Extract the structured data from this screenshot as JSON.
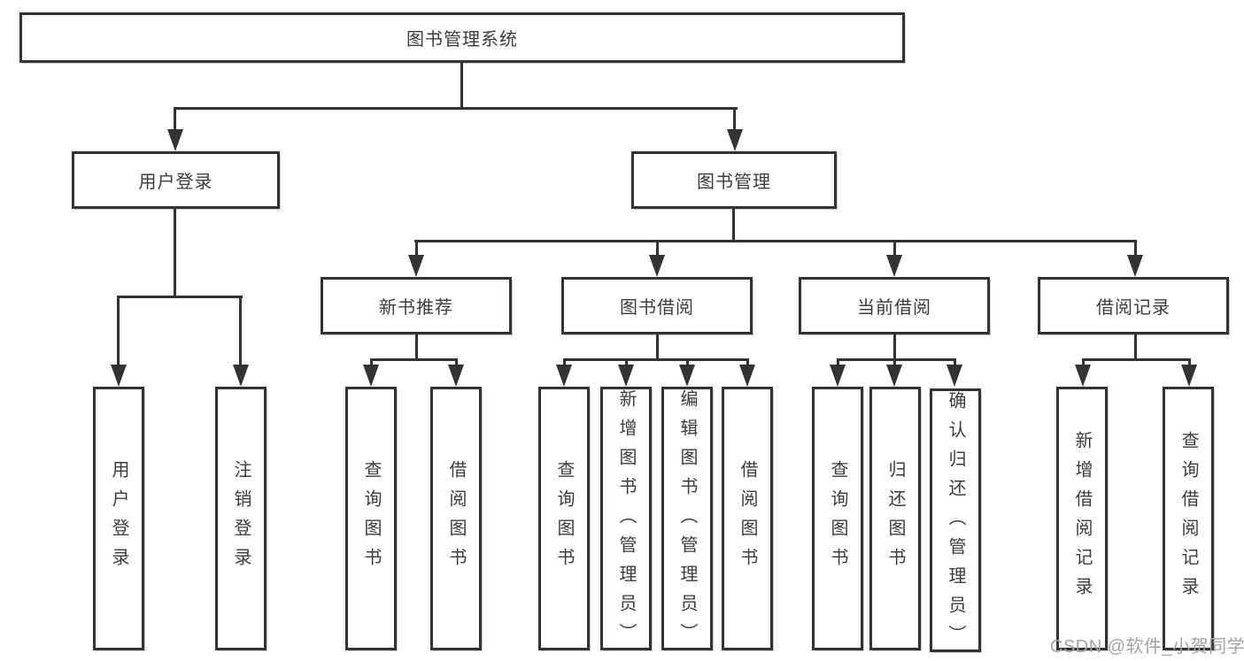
{
  "tree": {
    "root": {
      "label": "图书管理系统",
      "children": [
        {
          "label": "用户登录",
          "children": [
            {
              "label": "用户登录"
            },
            {
              "label": "注销登录"
            }
          ]
        },
        {
          "label": "图书管理",
          "children": [
            {
              "label": "新书推荐",
              "children": [
                {
                  "label": "查询图书"
                },
                {
                  "label": "借阅图书"
                }
              ]
            },
            {
              "label": "图书借阅",
              "children": [
                {
                  "label": "查询图书"
                },
                {
                  "label": "新增图书（管理员）"
                },
                {
                  "label": "编辑图书（管理员）"
                },
                {
                  "label": "借阅图书"
                }
              ]
            },
            {
              "label": "当前借阅",
              "children": [
                {
                  "label": "查询图书"
                },
                {
                  "label": "归还图书"
                },
                {
                  "label": "确认归还（管理员）"
                }
              ]
            },
            {
              "label": "借阅记录",
              "children": [
                {
                  "label": "新增借阅记录"
                },
                {
                  "label": "查询借阅记录"
                }
              ]
            }
          ]
        }
      ]
    }
  },
  "watermark": {
    "text": "CSDN @软件_小贺同学"
  },
  "colors": {
    "line": "#333333",
    "box_border": "#333333",
    "box_fill": "#ffffff",
    "text": "#3c3c3c",
    "watermark": "#a3a3a3"
  }
}
